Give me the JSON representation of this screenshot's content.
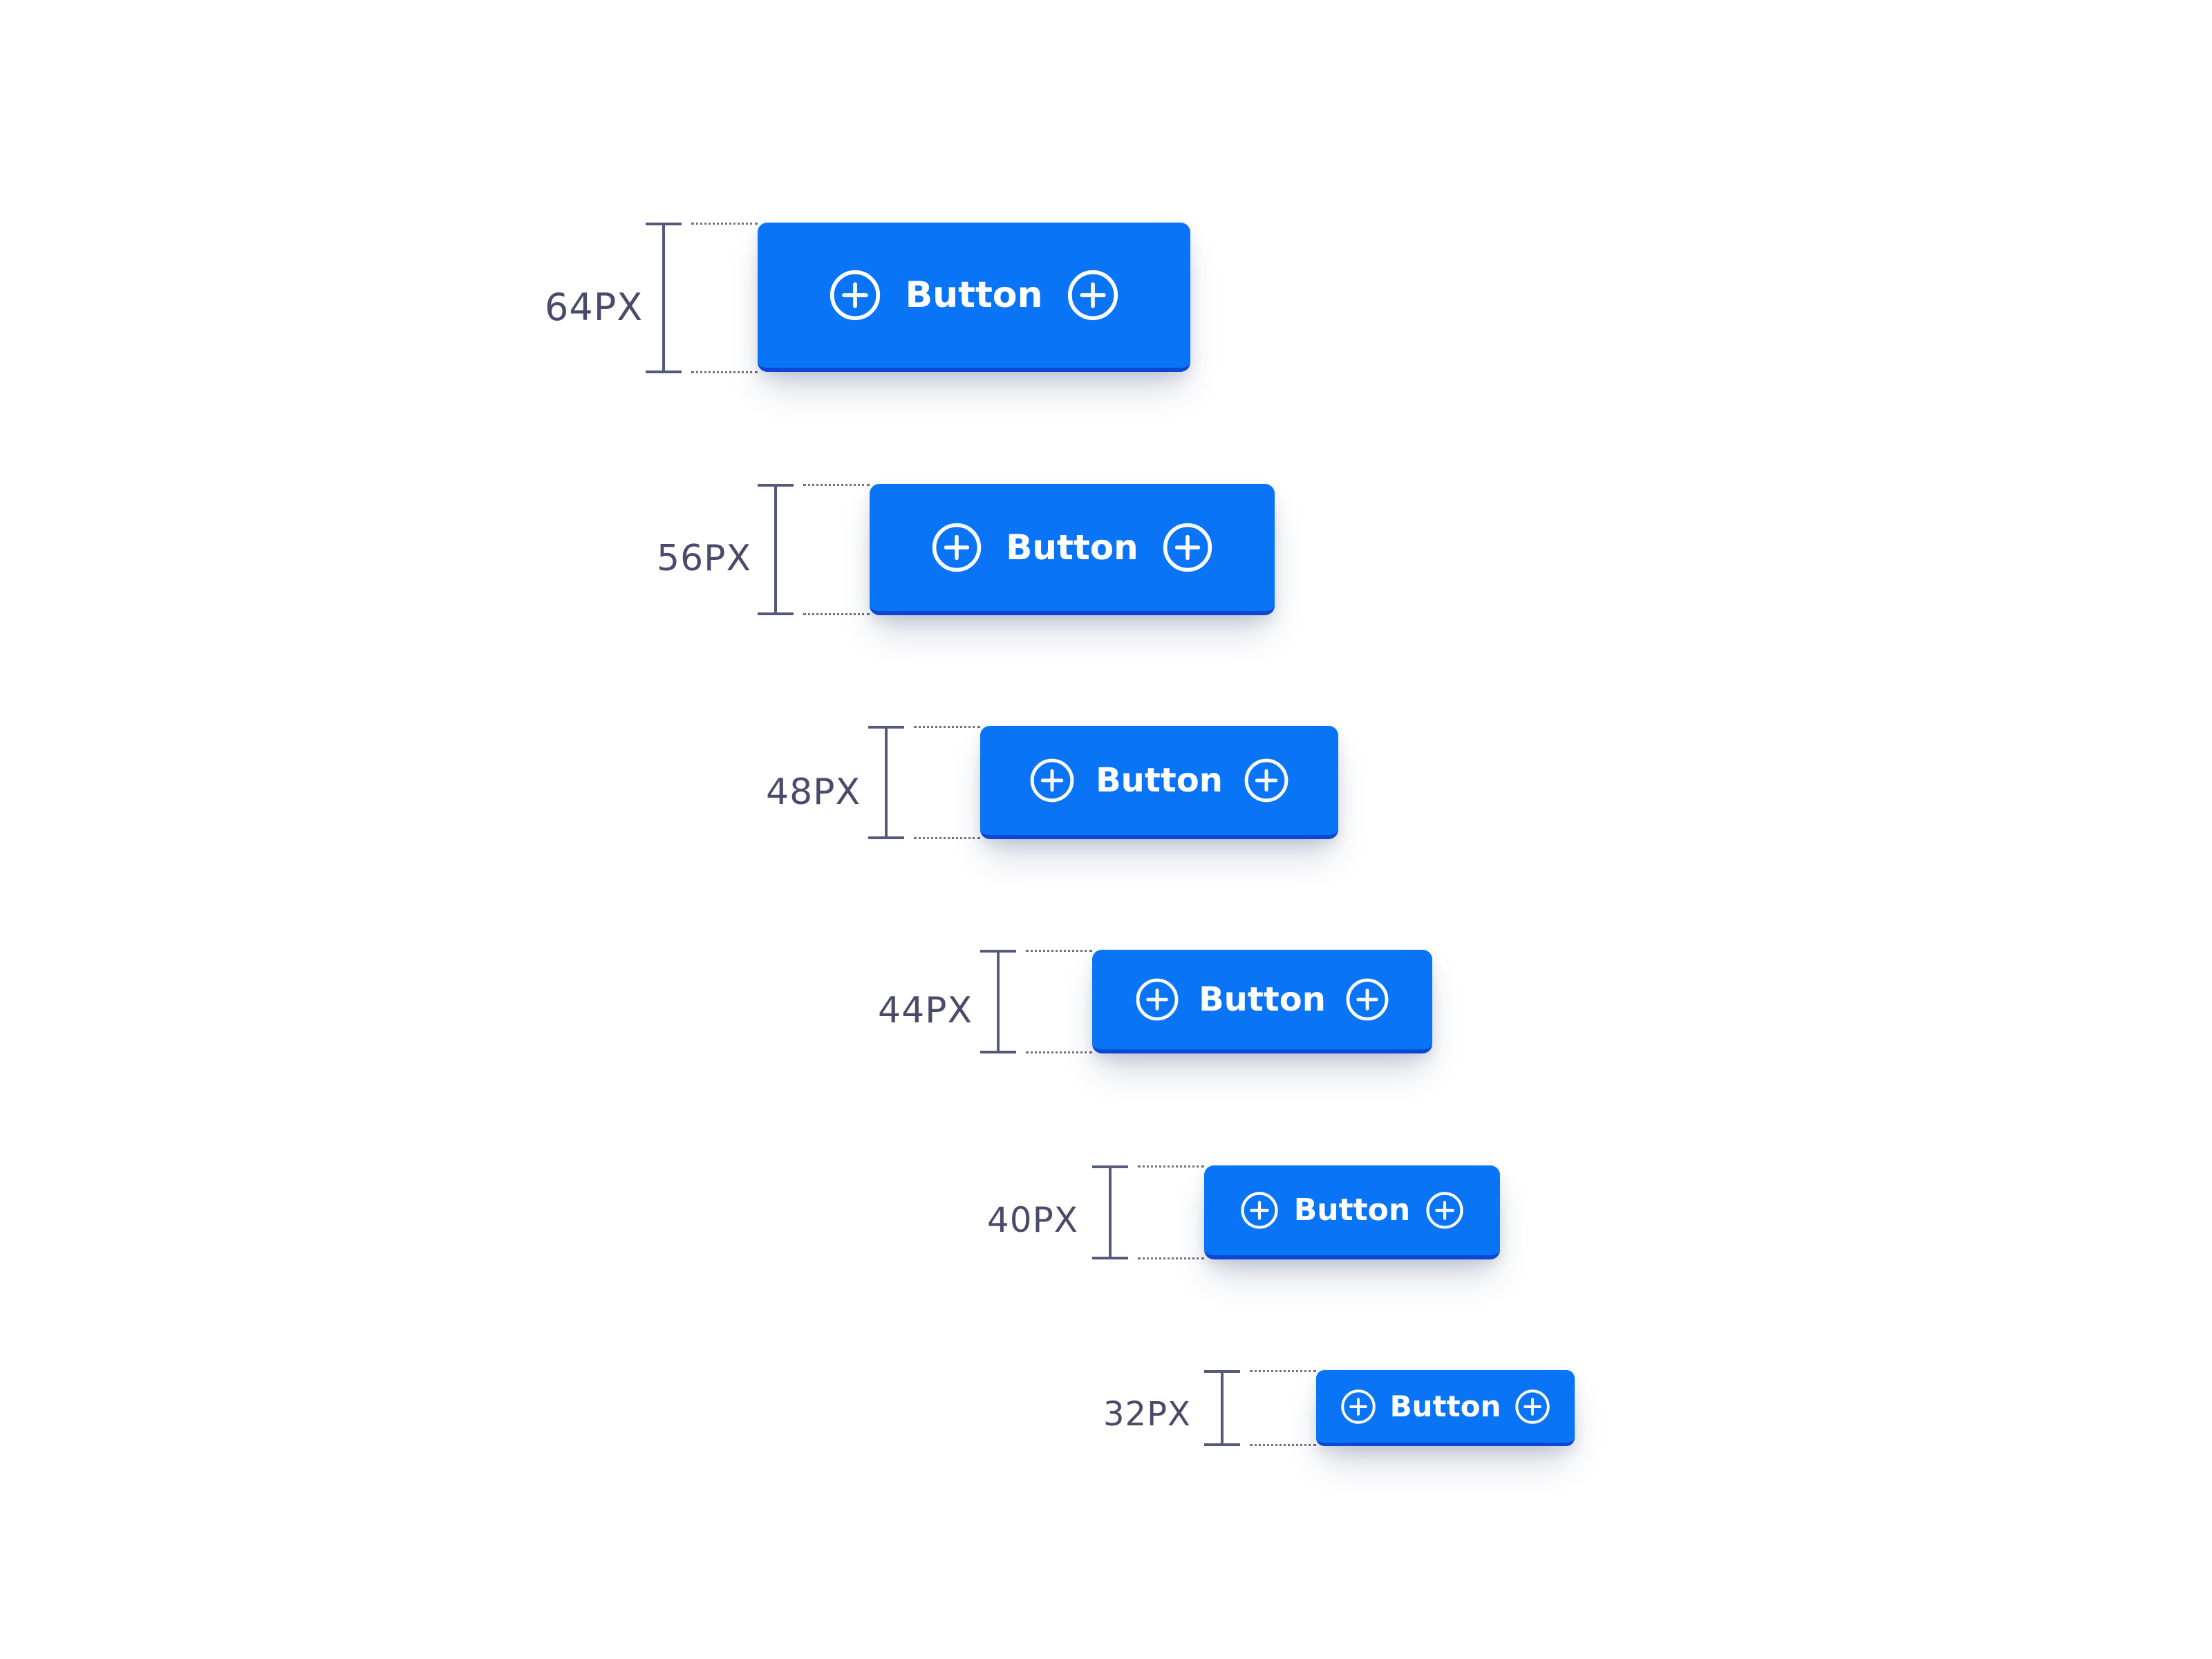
{
  "sizes": [
    {
      "label": "64PX",
      "button_text": "Button",
      "leading_icon": "plus-circle-icon",
      "trailing_icon": "plus-circle-icon"
    },
    {
      "label": "56PX",
      "button_text": "Button",
      "leading_icon": "plus-circle-icon",
      "trailing_icon": "plus-circle-icon"
    },
    {
      "label": "48PX",
      "button_text": "Button",
      "leading_icon": "plus-circle-icon",
      "trailing_icon": "plus-circle-icon"
    },
    {
      "label": "44PX",
      "button_text": "Button",
      "leading_icon": "plus-circle-icon",
      "trailing_icon": "plus-circle-icon"
    },
    {
      "label": "40PX",
      "button_text": "Button",
      "leading_icon": "plus-circle-icon",
      "trailing_icon": "plus-circle-icon"
    },
    {
      "label": "32PX",
      "button_text": "Button",
      "leading_icon": "plus-circle-icon",
      "trailing_icon": "plus-circle-icon"
    }
  ],
  "colors": {
    "button_fill": "#0a74f7",
    "button_edge": "#0b47d4",
    "button_text": "#ffffff",
    "measure_text": "#4a4a6a"
  }
}
